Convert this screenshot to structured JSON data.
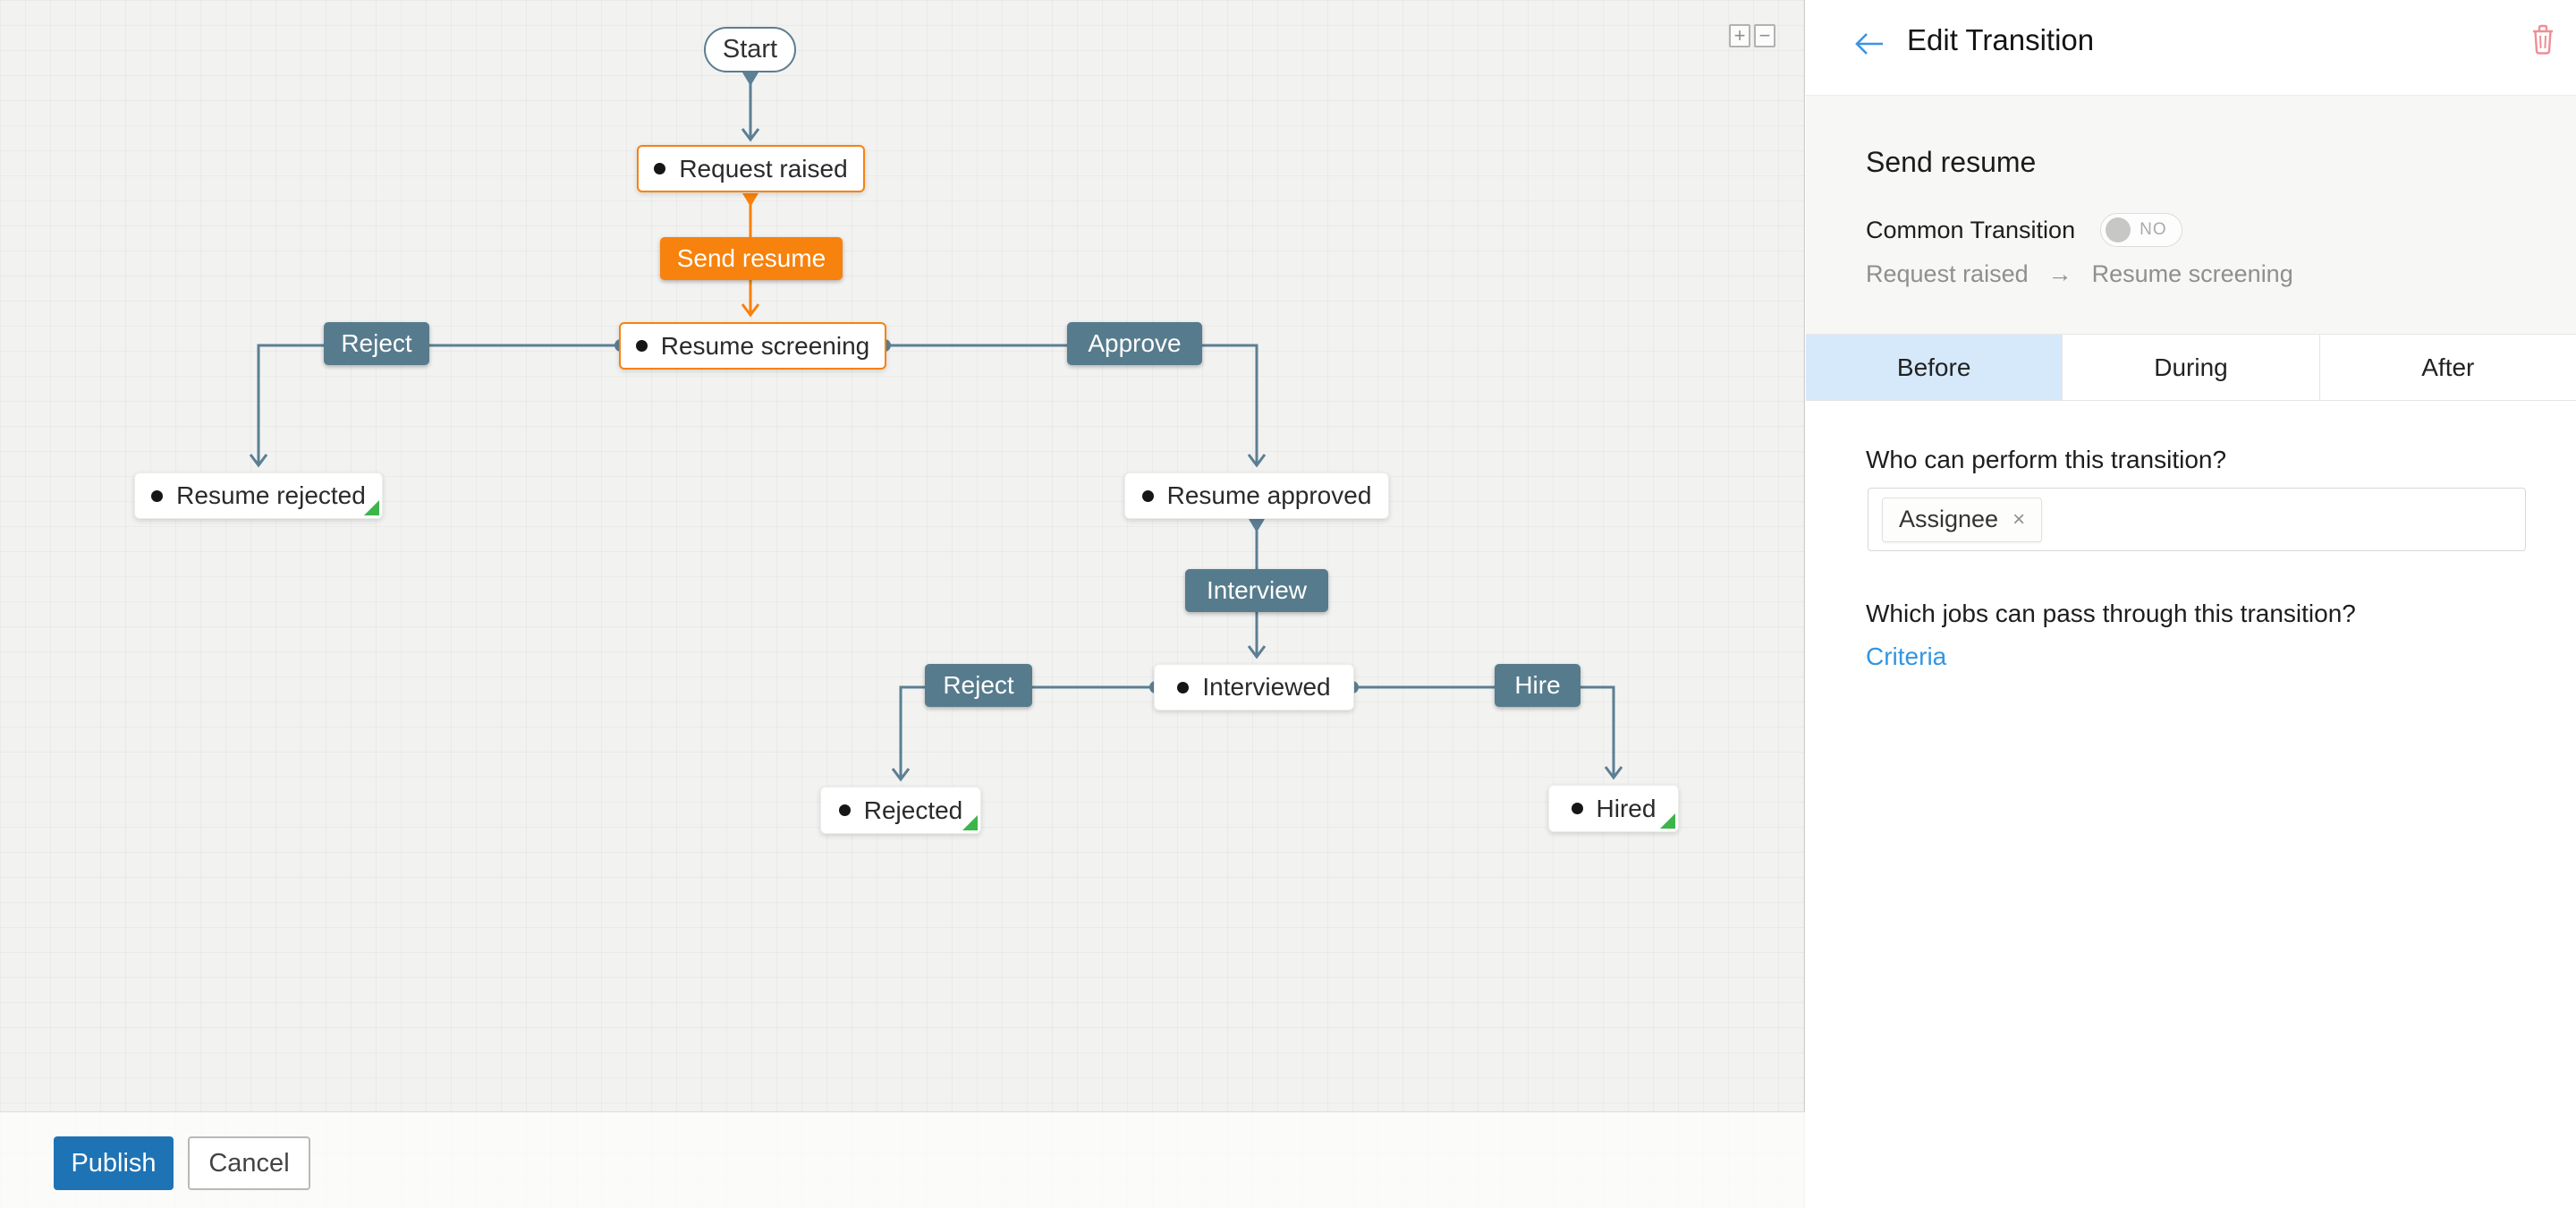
{
  "flow": {
    "start": "Start",
    "request_raised": "Request raised",
    "send_resume": "Send resume",
    "resume_screening": "Resume screening",
    "reject_screening": "Reject",
    "resume_rejected": "Resume rejected",
    "approve": "Approve",
    "resume_approved": "Resume approved",
    "interview": "Interview",
    "interviewed": "Interviewed",
    "reject_interview": "Reject",
    "hire": "Hire",
    "rejected": "Rejected",
    "hired": "Hired"
  },
  "zoom_controls": {
    "zoom_in": "+",
    "zoom_out": "−"
  },
  "footer": {
    "publish": "Publish",
    "cancel": "Cancel"
  },
  "panel": {
    "title": "Edit Transition",
    "transition_name": "Send resume",
    "common_transition_label": "Common Transition",
    "toggle_state": "NO",
    "path_from": "Request raised",
    "path_arrow": "→",
    "path_to": "Resume screening",
    "tabs": [
      {
        "label": "Before",
        "active": true
      },
      {
        "label": "During",
        "active": false
      },
      {
        "label": "After",
        "active": false
      }
    ],
    "who_question": "Who can perform this transition?",
    "chip_label": "Assignee",
    "chip_remove": "×",
    "jobs_question": "Which jobs can pass through this transition?",
    "criteria_link": "Criteria"
  },
  "colors": {
    "accent_orange": "#f7820d",
    "slate_node": "#567b8c",
    "edge_slate": "#5b7f93",
    "publish_blue": "#1e73b5",
    "active_tab_bg": "#d6e9fb",
    "link_blue": "#3295e2",
    "end_state_green": "#3cb54a",
    "delete_red": "#ef8e96",
    "back_arrow_blue": "#3b93e8"
  }
}
